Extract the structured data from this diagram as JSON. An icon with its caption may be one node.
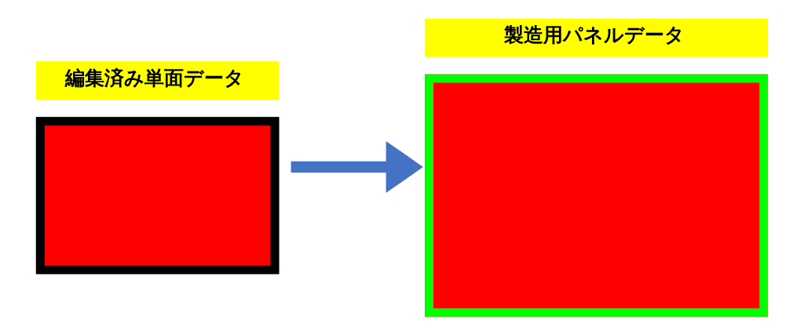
{
  "diagram": {
    "nodes": [
      {
        "text": [
          "編集済み単面データ"
        ]
      },
      {
        "text": [
          "製造用パネルデータ"
        ]
      }
    ],
    "edges": [
      {
        "from": 0,
        "to": 1,
        "arrow": "to"
      }
    ]
  }
}
